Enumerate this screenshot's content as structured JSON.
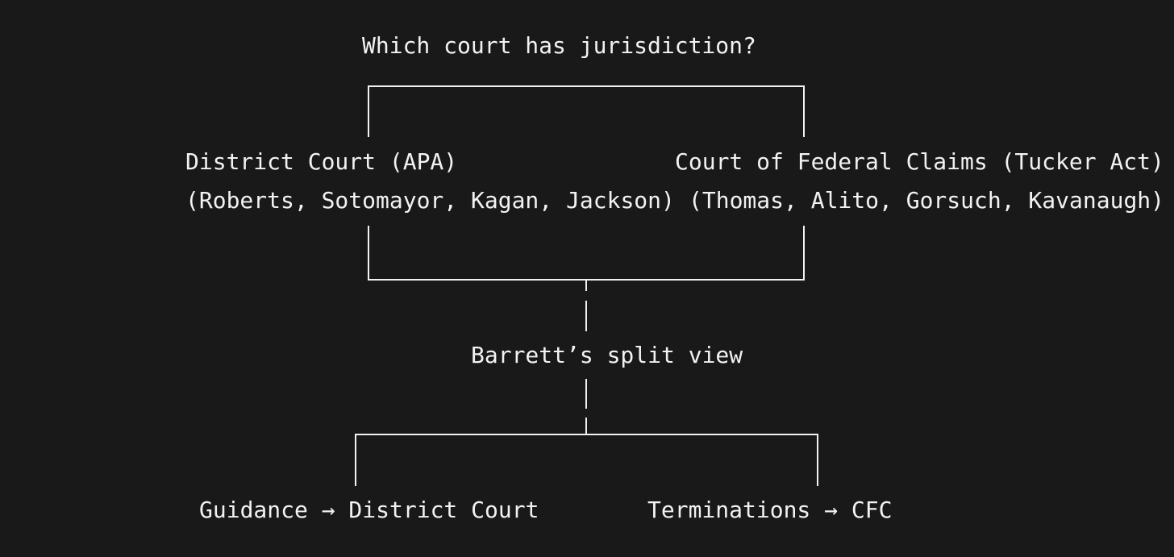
{
  "diagram": {
    "title": "Which court has jurisdiction?",
    "left_branch": {
      "court": "District Court (APA)",
      "justices": "(Roberts, Sotomayor, Kagan, Jackson)"
    },
    "right_branch": {
      "court": "Court of Federal Claims (Tucker Act)",
      "justices": "(Thomas, Alito, Gorsuch, Kavanaugh)"
    },
    "middle_node": "Barrett’s split view",
    "outcomes": {
      "left": "Guidance → District Court",
      "right": "Terminations → CFC"
    }
  },
  "colors": {
    "background": "#191919",
    "foreground": "#f2f2f2"
  }
}
